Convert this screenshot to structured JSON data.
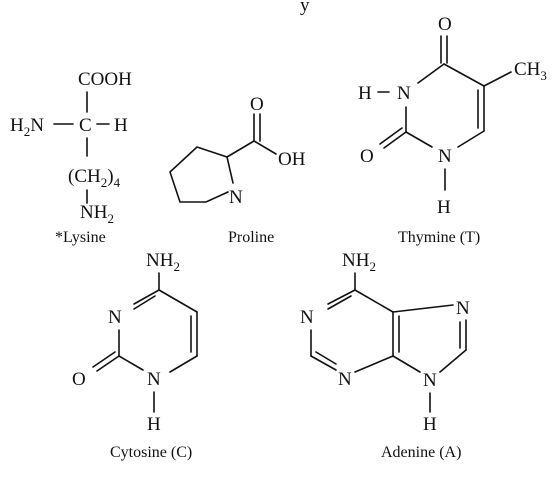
{
  "header_fragment": "y",
  "lysine": {
    "cooh": "COOH",
    "h2n": "H",
    "h2n_sub": "2",
    "h2n_n": "N",
    "c": "C",
    "h": "H",
    "ch2_open": "(CH",
    "ch2_sub": "2",
    "ch2_close": ")",
    "ch2_count": "4",
    "nh2": "NH",
    "nh2_sub": "2",
    "caption": "*Lysine"
  },
  "proline": {
    "o": "O",
    "oh": "OH",
    "n": "N",
    "caption": "Proline"
  },
  "thymine": {
    "o_top": "O",
    "ch3": "CH",
    "ch3_sub": "3",
    "h_n": "H",
    "n1": "N",
    "o_left": "O",
    "n3": "N",
    "h_bottom": "H",
    "caption": "Thymine (T)"
  },
  "cytosine": {
    "nh2": "NH",
    "nh2_sub": "2",
    "n_ring": "N",
    "o": "O",
    "n_h": "N",
    "h": "H",
    "caption": "Cytosine (C)"
  },
  "adenine": {
    "nh2": "NH",
    "nh2_sub": "2",
    "n_left": "N",
    "n_bottom": "N",
    "n_right": "N",
    "n_h": "N",
    "h": "H",
    "caption": "Adenine (A)"
  },
  "colors": {
    "ink": "#111111",
    "background": "#ffffff"
  }
}
